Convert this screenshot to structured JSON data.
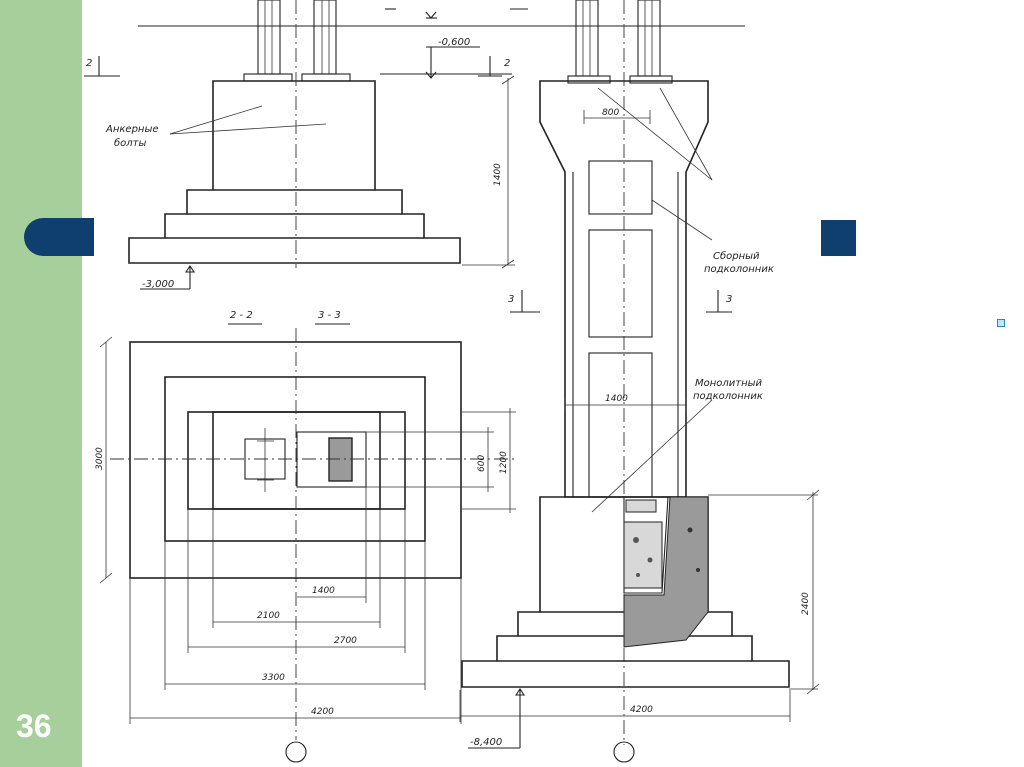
{
  "slide": {
    "number": "36"
  },
  "colors": {
    "sidebar": "#a6cf9b",
    "accent": "#0e3f6e",
    "drawing": "#222222"
  },
  "drawing": {
    "labels": {
      "anchor_bolts_line1": "Анкерные",
      "anchor_bolts_line2": "болты",
      "precast_line1": "Сборный",
      "precast_line2": "подколонник",
      "monolithic_line1": "Монолитный",
      "monolithic_line2": "подколонник"
    },
    "sections": {
      "s2": "2 - 2",
      "s3": "3 - 3",
      "cut2_mark": "2",
      "cut3_mark": "3"
    },
    "elevations": {
      "top": "-0,600",
      "base_left": "-3,000",
      "base_right": "-8,400"
    },
    "dimensions": {
      "d1400_height": "1400",
      "d800": "800",
      "d1400_width": "1400",
      "d2400": "2400",
      "d4200_right": "4200",
      "d3000": "3000",
      "d600": "600",
      "d1200": "1200",
      "d1400_plan": "1400",
      "d2100": "2100",
      "d2700": "2700",
      "d3300": "3300",
      "d4200_plan": "4200"
    }
  }
}
